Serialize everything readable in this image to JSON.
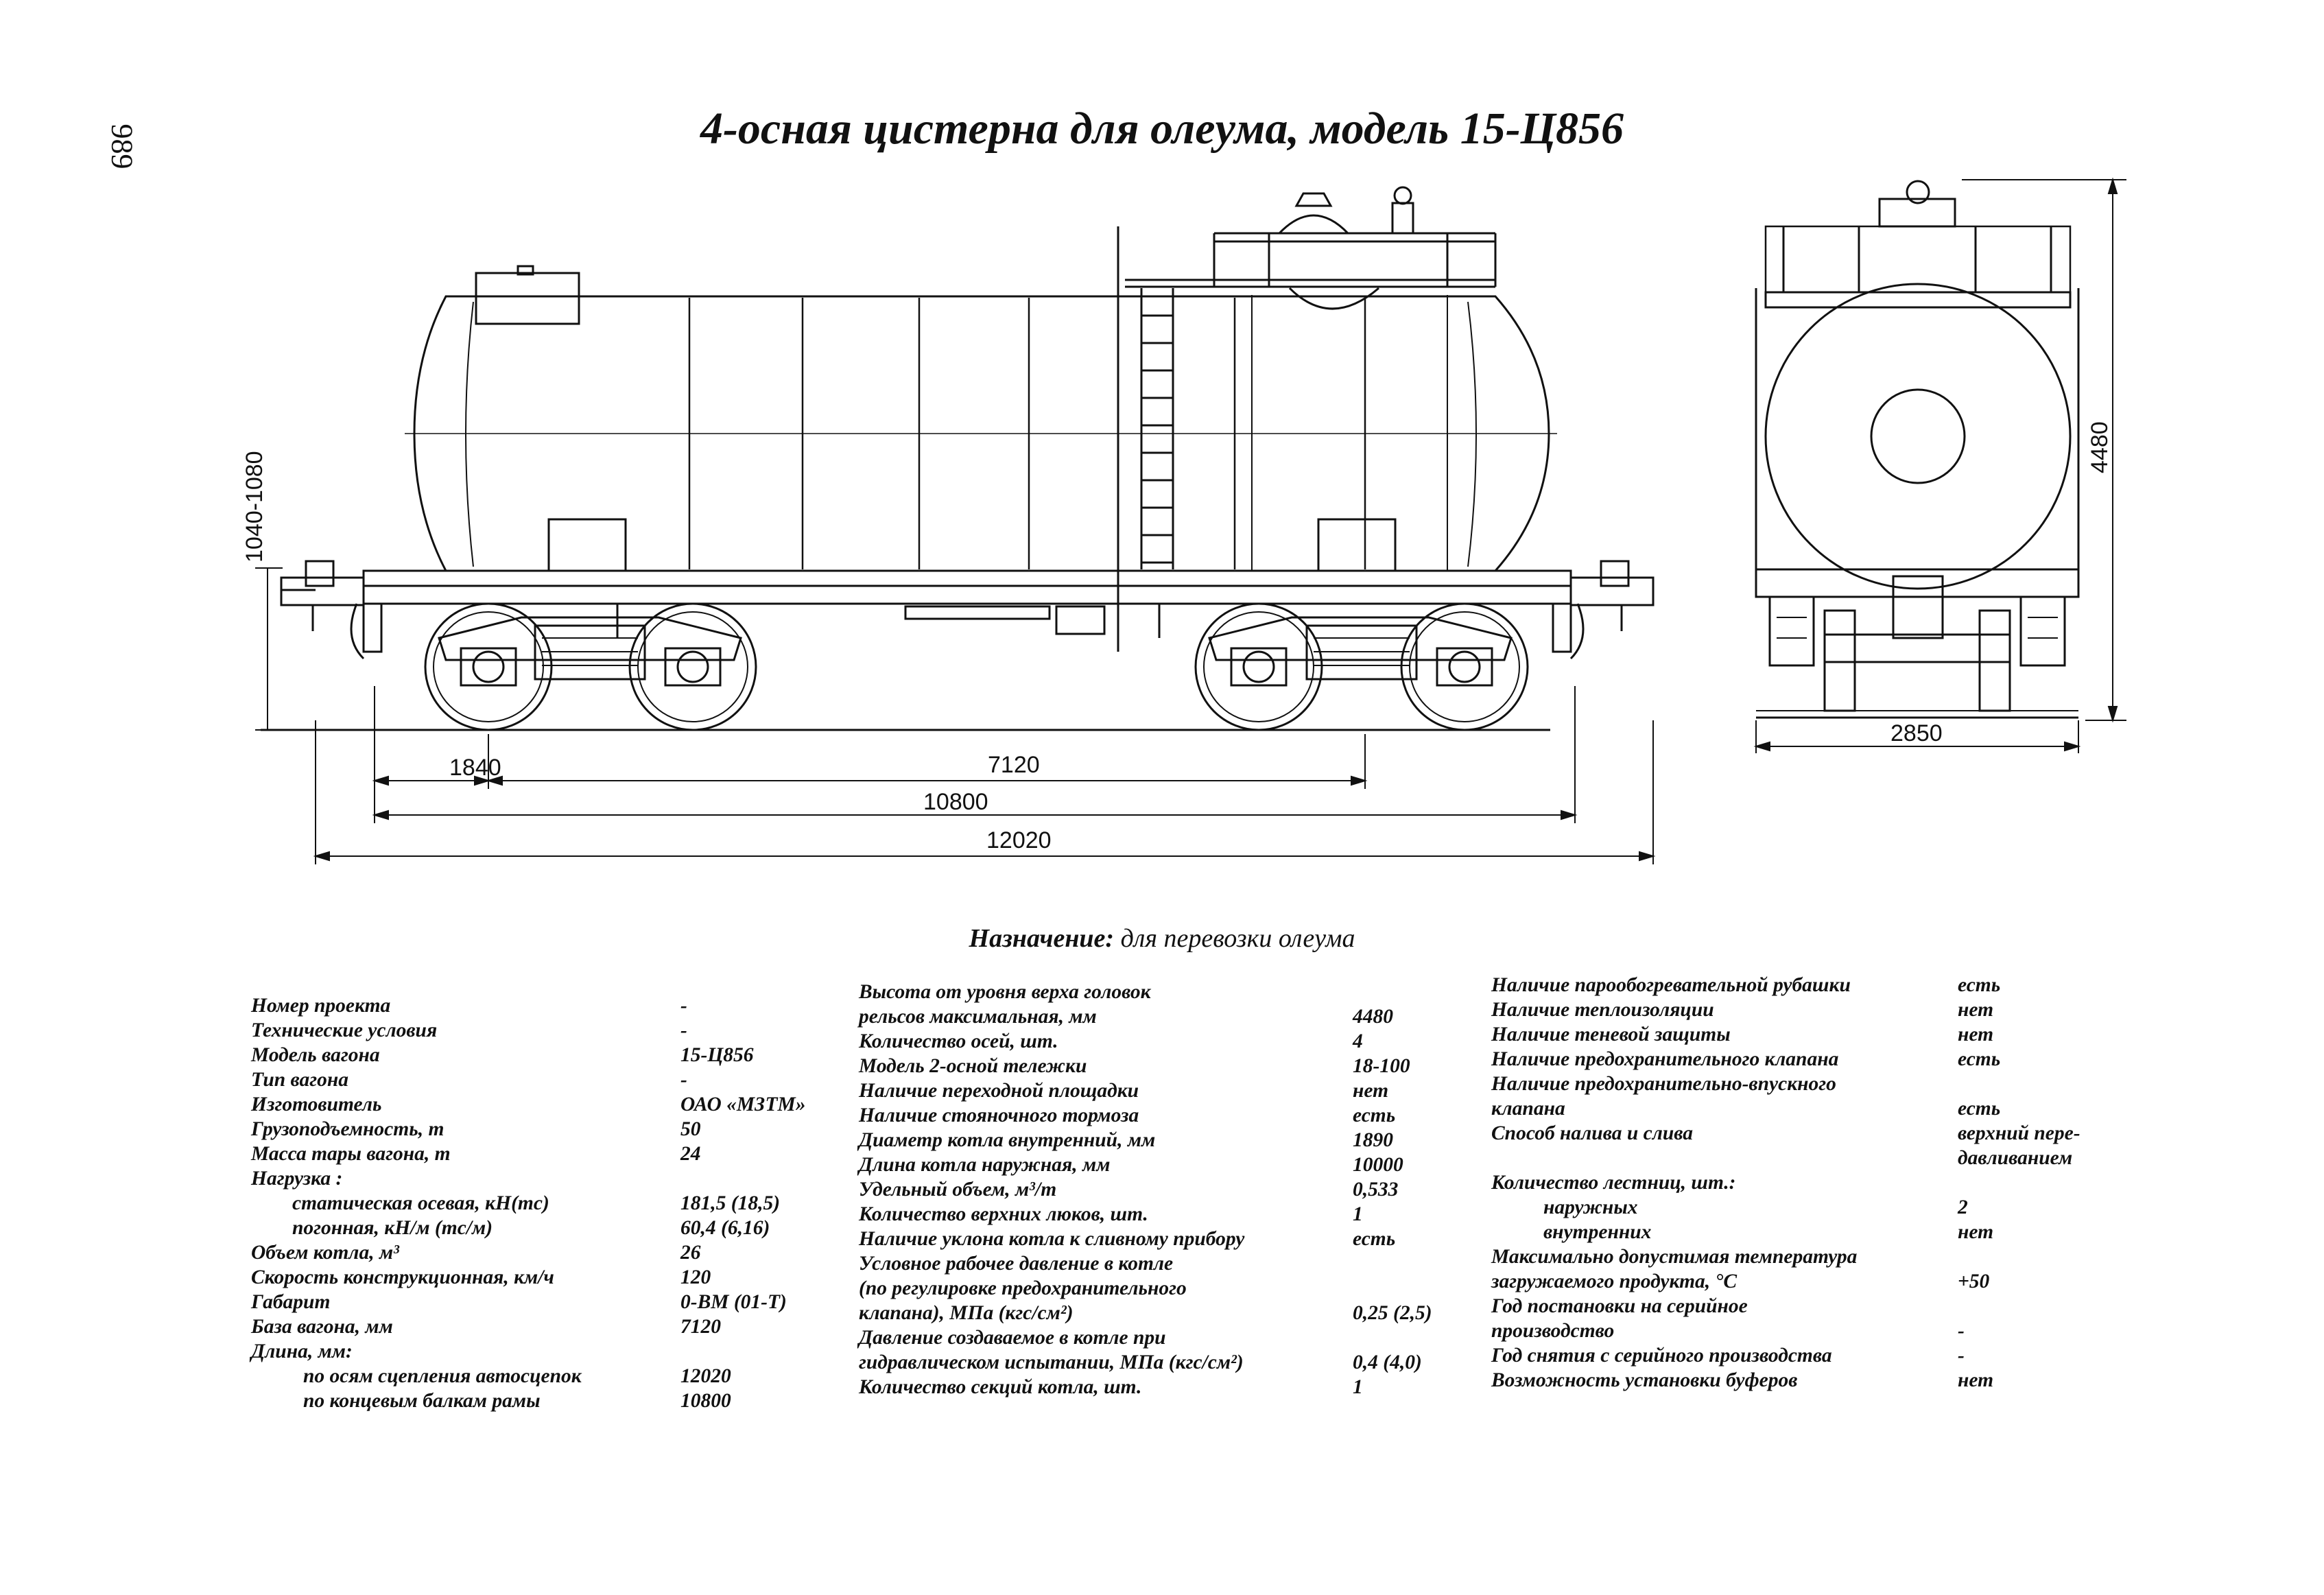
{
  "page_number": "989",
  "title": "4-осная цистерна для олеума, модель 15-Ц856",
  "purpose": {
    "label": "Назначение:",
    "text": "для перевозки олеума"
  },
  "dimensions": {
    "side_height": "1040-1080",
    "overall_height": "4480",
    "width": "2850",
    "end_overhang": "1840",
    "base": "7120",
    "frame_length": "10800",
    "coupler_length": "12020"
  },
  "specs": {
    "col1": [
      {
        "k": "Номер проекта",
        "v": "-",
        "indent": 0
      },
      {
        "k": "Технические условия",
        "v": "-",
        "indent": 0
      },
      {
        "k": "Модель вагона",
        "v": "15-Ц856",
        "indent": 0
      },
      {
        "k": "Тип вагона",
        "v": "-",
        "indent": 0
      },
      {
        "k": "Изготовитель",
        "v": "ОАО «МЗТМ»",
        "indent": 0
      },
      {
        "k": "Грузоподъемность, т",
        "v": "50",
        "indent": 0
      },
      {
        "k": "Масса тары вагона, т",
        "v": "24",
        "indent": 0
      },
      {
        "k": "Нагрузка :",
        "v": "",
        "indent": 0
      },
      {
        "k": "статическая осевая, кН(тс)",
        "v": "181,5 (18,5)",
        "indent": 1
      },
      {
        "k": "погонная, кН/м (тс/м)",
        "v": "60,4 (6,16)",
        "indent": 1
      },
      {
        "k": "Объем котла, м³",
        "v": "26",
        "indent": 0
      },
      {
        "k": "Скорость конструкционная, км/ч",
        "v": "120",
        "indent": 0
      },
      {
        "k": "Габарит",
        "v": "0-ВМ (01-Т)",
        "indent": 0
      },
      {
        "k": "База вагона, мм",
        "v": "7120",
        "indent": 0
      },
      {
        "k": "Длина, мм:",
        "v": "",
        "indent": 0
      },
      {
        "k": "по осям сцепления автосцепок",
        "v": "12020",
        "indent": 2
      },
      {
        "k": "по концевым балкам рамы",
        "v": "10800",
        "indent": 2
      }
    ],
    "col2": [
      {
        "k": "Высота от уровня верха головок",
        "v": "",
        "indent": 0
      },
      {
        "k": "рельсов максимальная, мм",
        "v": "4480",
        "indent": 0
      },
      {
        "k": "Количество осей, шт.",
        "v": "4",
        "indent": 0
      },
      {
        "k": "Модель 2-осной тележки",
        "v": "18-100",
        "indent": 0
      },
      {
        "k": "Наличие переходной площадки",
        "v": "нет",
        "indent": 0
      },
      {
        "k": "Наличие стояночного тормоза",
        "v": "есть",
        "indent": 0
      },
      {
        "k": "Диаметр котла внутренний, мм",
        "v": "1890",
        "indent": 0
      },
      {
        "k": "Длина котла наружная, мм",
        "v": "10000",
        "indent": 0
      },
      {
        "k": "Удельный объем, м³/т",
        "v": "0,533",
        "indent": 0
      },
      {
        "k": "Количество верхних люков, шт.",
        "v": "1",
        "indent": 0
      },
      {
        "k": "Наличие уклона котла к сливному прибору",
        "v": "есть",
        "indent": 0
      },
      {
        "k": "Условное рабочее давление в котле",
        "v": "",
        "indent": 0
      },
      {
        "k": "(по регулировке предохранительного",
        "v": "",
        "indent": 0
      },
      {
        "k": "клапана), МПа (кгс/см²)",
        "v": "0,25 (2,5)",
        "indent": 0
      },
      {
        "k": "Давление создаваемое в котле при",
        "v": "",
        "indent": 0
      },
      {
        "k": "гидравлическом испытании, МПа (кгс/см²)",
        "v": "0,4 (4,0)",
        "indent": 0
      },
      {
        "k": "Количество секций котла, шт.",
        "v": "1",
        "indent": 0
      }
    ],
    "col3": [
      {
        "k": "Наличие парообогревательной рубашки",
        "v": "есть",
        "indent": 0
      },
      {
        "k": "Наличие теплоизоляции",
        "v": "нет",
        "indent": 0
      },
      {
        "k": "Наличие теневой защиты",
        "v": "нет",
        "indent": 0
      },
      {
        "k": "Наличие предохранительного клапана",
        "v": "есть",
        "indent": 0
      },
      {
        "k": "Наличие предохранительно-впускного",
        "v": "",
        "indent": 0
      },
      {
        "k": "клапана",
        "v": "есть",
        "indent": 0
      },
      {
        "k": "Способ налива и слива",
        "v": "верхний пере-",
        "indent": 0
      },
      {
        "k": "",
        "v": "давливанием",
        "indent": 0
      },
      {
        "k": "Количество лестниц, шт.:",
        "v": "",
        "indent": 0
      },
      {
        "k": "наружных",
        "v": "2",
        "indent": 2
      },
      {
        "k": "внутренних",
        "v": "нет",
        "indent": 2
      },
      {
        "k": "Максимально допустимая температура",
        "v": "",
        "indent": 0
      },
      {
        "k": "загружаемого продукта, °С",
        "v": "+50",
        "indent": 0
      },
      {
        "k": "Год постановки на серийное",
        "v": "",
        "indent": 0
      },
      {
        "k": "производство",
        "v": "-",
        "indent": 0
      },
      {
        "k": "Год снятия с серийного производства",
        "v": "-",
        "indent": 0
      },
      {
        "k": "Возможность установки буферов",
        "v": "нет",
        "indent": 0
      }
    ]
  }
}
